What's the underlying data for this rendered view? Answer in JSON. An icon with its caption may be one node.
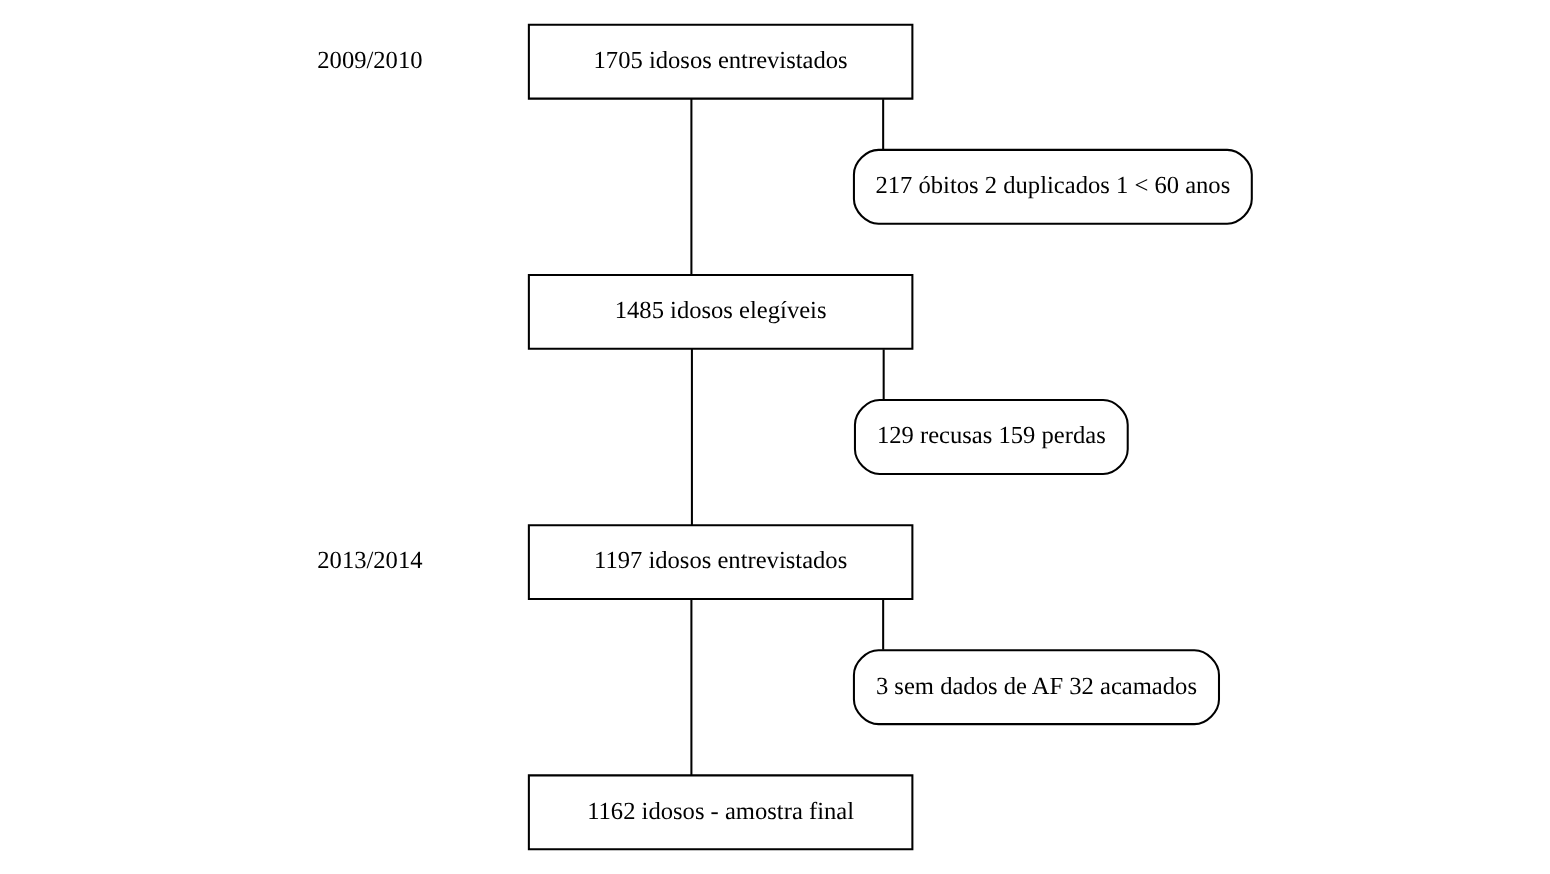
{
  "diagram": {
    "nodes": [
      {
        "text": [
          "1705 idosos entrevistados"
        ]
      },
      {
        "text": [
          "1485 idosos elegíveis"
        ]
      },
      {
        "text": [
          "1197 idosos entrevistados"
        ]
      },
      {
        "text": [
          "1162 idosos - amostra final"
        ]
      },
      {
        "text": [
          "217 óbitos 2 duplicados 1 < 60 anos"
        ]
      },
      {
        "text": [
          "129 recusas 159 perdas"
        ]
      },
      {
        "text": [
          "3 sem dados de AF 32 acamados"
        ]
      }
    ],
    "edges": [
      {
        "from": 0,
        "to": 1,
        "arrow": "none"
      },
      {
        "from": 0,
        "to": 4,
        "arrow": "none"
      },
      {
        "from": 1,
        "to": 2,
        "arrow": "none"
      },
      {
        "from": 1,
        "to": 5,
        "arrow": "none"
      },
      {
        "from": 2,
        "to": 3,
        "arrow": "none"
      },
      {
        "from": 2,
        "to": 6,
        "arrow": "none"
      }
    ],
    "labels": [
      "2009/2010",
      "2013/2014"
    ]
  }
}
